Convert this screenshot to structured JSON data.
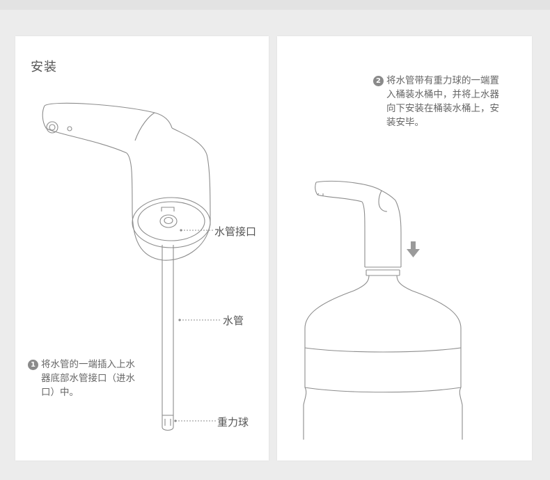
{
  "left_panel": {
    "title": "安装",
    "labels": {
      "inlet": "水管接口",
      "hose": "水管",
      "weight_ball": "重力球"
    },
    "step": {
      "number": "1",
      "line1": "将水管的一端插入上水",
      "line2": "器底部水管接口（进水",
      "line3": "口）中。"
    }
  },
  "right_panel": {
    "step": {
      "number": "2",
      "line1": "将水管带有重力球的一端置",
      "line2": "入桶装水桶中，并将上水器",
      "line3": "向下安装在桶装水桶上，安",
      "line4": "装安毕。"
    },
    "arrow_icon": "down-arrow-icon"
  },
  "colors": {
    "background": "#ececec",
    "panel": "#ffffff",
    "line": "#8c8c8c",
    "text": "#555555"
  }
}
